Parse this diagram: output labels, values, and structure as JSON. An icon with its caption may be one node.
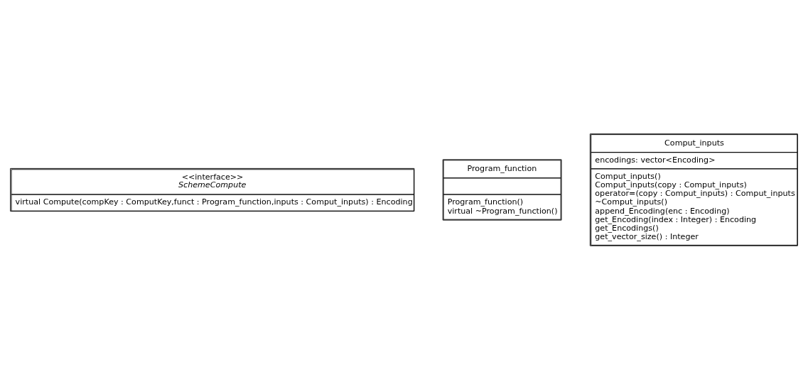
{
  "diagram": {
    "nodes": [
      {
        "text": [
          "<<interface>>",
          "SchemeCompute",
          "virtual Compute(compKey : ComputKey,funct : Program_function,inputs : Comput_inputs) : Encoding"
        ]
      },
      {
        "text": [
          "Program_function",
          "Program_function()",
          "virtual ~Program_function()"
        ]
      },
      {
        "text": [
          "Comput_inputs",
          "encodings: vector<Encoding>",
          "Comput_inputs()",
          "Comput_inputs(copy : Comput_inputs)",
          "operator=(copy : Comput_inputs) : Comput_inputs",
          "~Comput_inputs()",
          "append_Encoding(enc : Encoding)",
          "get_Encoding(index : Integer) : Encoding",
          "get_Encodings()",
          "get_vector_size() : Integer"
        ]
      }
    ],
    "edges": []
  }
}
